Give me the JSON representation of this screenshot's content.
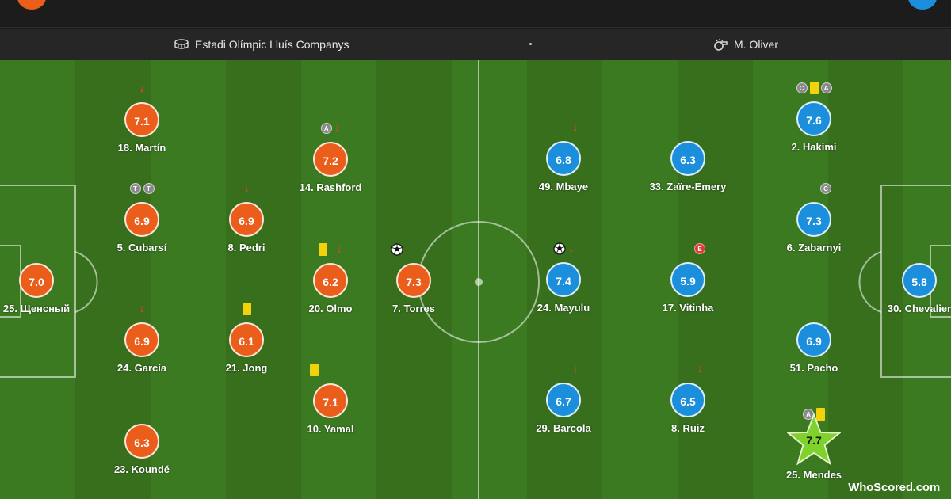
{
  "colors": {
    "home": "#ea5d1a",
    "away": "#1b8fdb",
    "motm": "#7fd12b",
    "sub_arrow": "#ff3b2a",
    "yellow_card": "#f2d20b"
  },
  "match": {
    "venue": "Estadi Olímpic Lluís Companys",
    "referee": "M. Oliver"
  },
  "home_players": [
    {
      "label": "18. Martín",
      "rating": "7.1",
      "icons": [
        "sub-off"
      ]
    },
    {
      "label": "5. Cubarsí",
      "rating": "6.9",
      "icons": [
        "T",
        "T"
      ]
    },
    {
      "label": "8. Pedri",
      "rating": "6.9",
      "icons": [
        "sub-off"
      ]
    },
    {
      "label": "25. Щенсный",
      "rating": "7.0",
      "icons": []
    },
    {
      "label": "24. García",
      "rating": "6.9",
      "icons": [
        "sub-off"
      ]
    },
    {
      "label": "21. Jong",
      "rating": "6.1",
      "icons": [
        "yellow-card"
      ]
    },
    {
      "label": "23. Koundé",
      "rating": "6.3",
      "icons": []
    },
    {
      "label": "14. Rashford",
      "rating": "7.2",
      "icons": [
        "A",
        "sub-off"
      ]
    },
    {
      "label": "20. Olmo",
      "rating": "6.2",
      "icons": [
        "yellow-card",
        "sub-off"
      ]
    },
    {
      "label": "7. Torres",
      "rating": "7.3",
      "icons": [
        "goal"
      ]
    },
    {
      "label": "10. Yamal",
      "rating": "7.1",
      "icons": [
        "yellow-card"
      ]
    }
  ],
  "away_players": [
    {
      "label": "49. Mbaye",
      "rating": "6.8",
      "icons": [
        "sub-off"
      ]
    },
    {
      "label": "24. Mayulu",
      "rating": "7.4",
      "icons": [
        "goal",
        "sub-off"
      ]
    },
    {
      "label": "29. Barcola",
      "rating": "6.7",
      "icons": [
        "sub-off"
      ]
    },
    {
      "label": "33. Zaïre-Emery",
      "rating": "6.3",
      "icons": []
    },
    {
      "label": "17. Vitinha",
      "rating": "5.9",
      "icons": [
        "E"
      ]
    },
    {
      "label": "8. Ruiz",
      "rating": "6.5",
      "icons": [
        "sub-off"
      ]
    },
    {
      "label": "2. Hakimi",
      "rating": "7.6",
      "icons": [
        "C",
        "yellow-card",
        "A"
      ]
    },
    {
      "label": "6. Zabarnyi",
      "rating": "7.3",
      "icons": [
        "C"
      ]
    },
    {
      "label": "51. Pacho",
      "rating": "6.9",
      "icons": []
    },
    {
      "label": "25. Mendes",
      "rating": "7.7",
      "icons": [
        "A",
        "yellow-card"
      ],
      "man_of_the_match": true
    },
    {
      "label": "30. Chevalier",
      "rating": "5.8",
      "icons": []
    }
  ],
  "brand": {
    "wordmark": "WhoScored.com"
  }
}
